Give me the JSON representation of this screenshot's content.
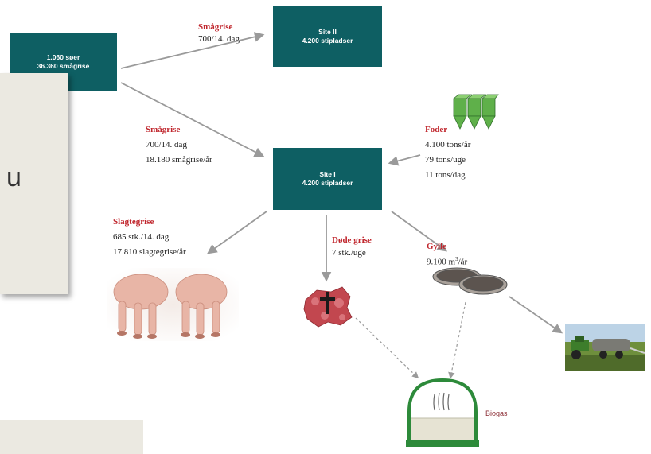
{
  "nodes": {
    "sow_farm": {
      "line1": "1.060 søer",
      "line2": "36.360 smågrise"
    },
    "site2": {
      "line1": "Site II",
      "line2": "4.200 stipladser"
    },
    "site1": {
      "line1": "Site I",
      "line2": "4.200 stipladser"
    }
  },
  "flows": {
    "smagrise_top": {
      "title": "Smågrise",
      "lines": [
        "700/14. dag"
      ]
    },
    "smagrise_mid": {
      "title": "Smågrise",
      "lines": [
        "700/14. dag",
        "18.180 smågrise/år"
      ]
    },
    "foder": {
      "title": "Foder",
      "lines": [
        "4.100 tons/år",
        "79 tons/uge",
        "11 tons/dag"
      ]
    },
    "slagtegrise": {
      "title": "Slagtegrise",
      "lines": [
        "685 stk./14. dag",
        "17.810 slagtegrise/år"
      ]
    },
    "dode_grise": {
      "title": "Døde grise",
      "lines": [
        "7 stk./uge"
      ]
    },
    "gylle": {
      "title": "Gylle",
      "line_prefix": "9.100 m",
      "line_sup": "3",
      "line_suffix": "/år"
    }
  },
  "overlay": {
    "fragment": "u"
  },
  "biogas_label": "Biogas",
  "colors": {
    "node_fill": "#0e5f63",
    "flow_title": "#c0262d",
    "arrow": "#9a9a9a",
    "panel": "#ebe9e1",
    "silo": "#5fb04a",
    "biogas": "#2d8a3a"
  },
  "icons": [
    "silo-icon",
    "pigs-image",
    "carcass-icon",
    "cross-icon",
    "slurry-lagoon-icon",
    "tractor-spreader-image",
    "biogas-digester-icon"
  ]
}
